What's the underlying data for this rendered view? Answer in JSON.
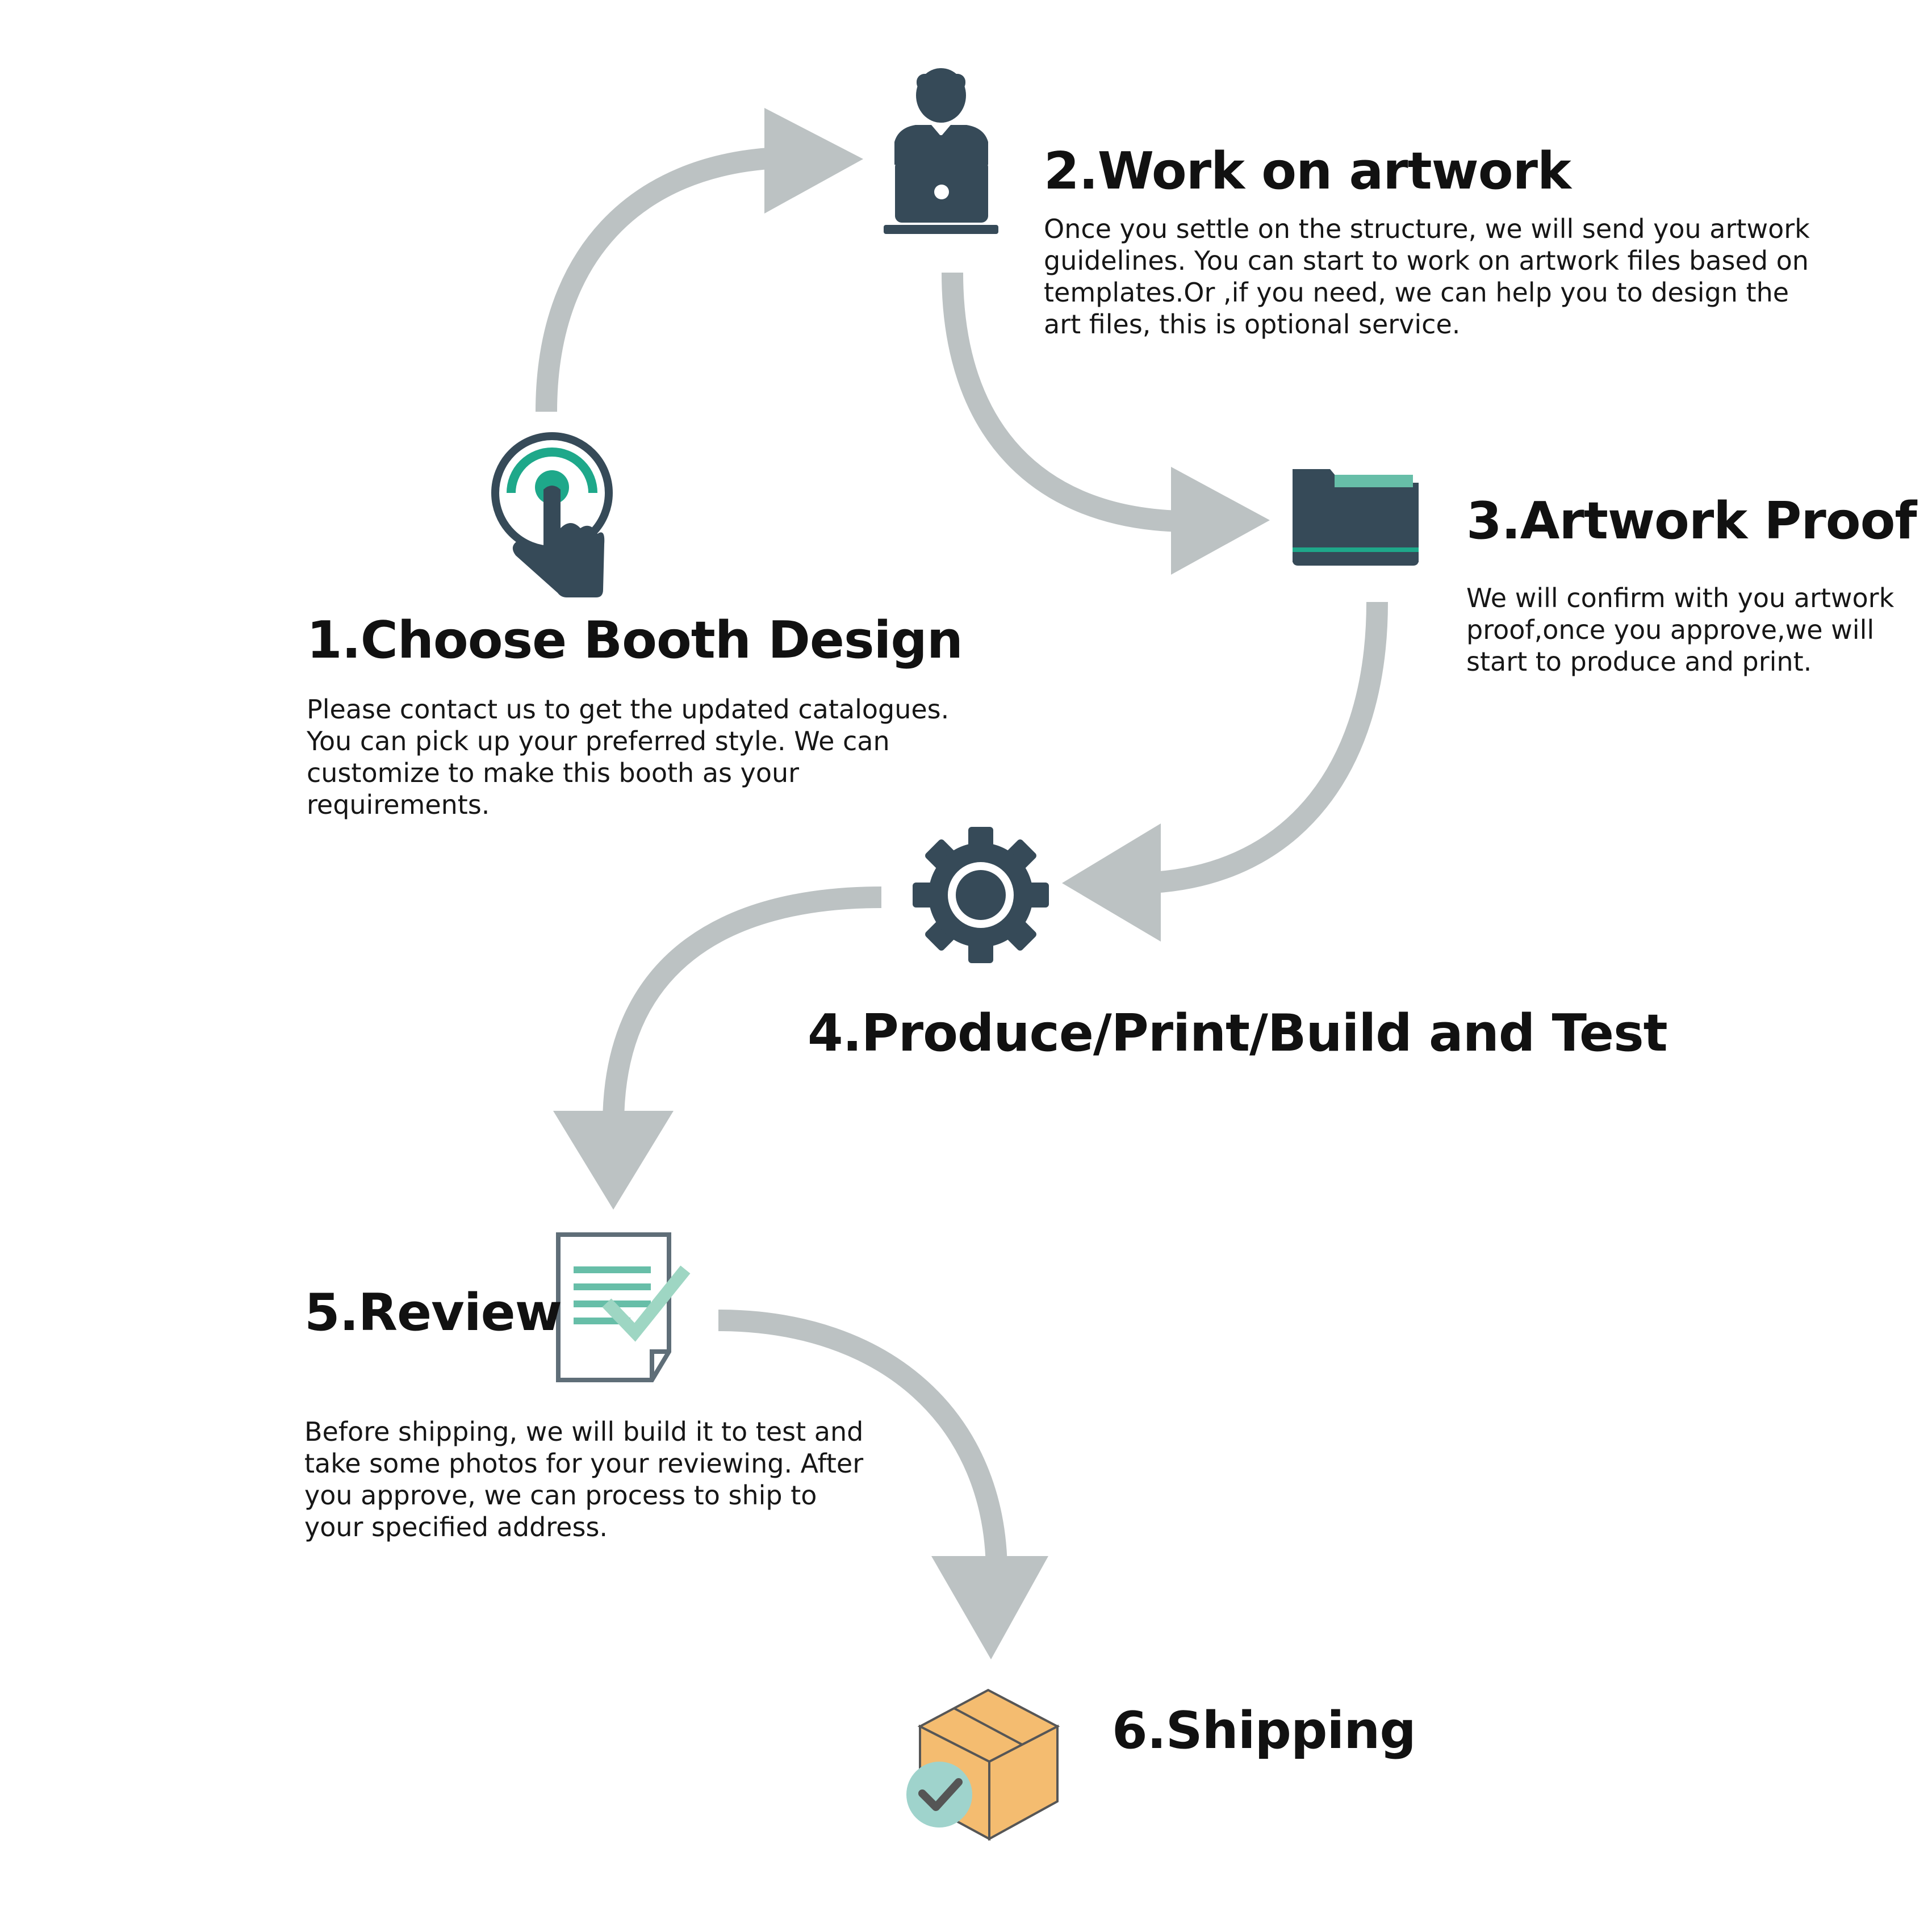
{
  "colors": {
    "arrow": "#bcc2c3",
    "icon_dark": "#364a58",
    "accent_teal": "#1ea88a",
    "accent_mint": "#67bea8",
    "box_orange": "#f4bc70",
    "badge_bg": "#9fd3cc"
  },
  "steps": [
    {
      "id": "choose-booth-design",
      "title": "1.Choose Booth Design",
      "description": "Please contact us to get the updated catalogues.\nYou can pick up your preferred style. We can\ncustomize to make this booth as your\nrequirements.",
      "icon": "touch-hand-icon"
    },
    {
      "id": "work-on-artwork",
      "title": "2.Work on artwork",
      "description": "Once you settle on the structure, we will send you artwork\nguidelines. You can start to work on artwork files based on\ntemplates.Or ,if you need, we can help you to design the\nart files, this is optional service.",
      "icon": "person-laptop-icon"
    },
    {
      "id": "artwork-proof",
      "title": "3.Artwork Proof",
      "description": "We will confirm with you artwork\nproof,once you approve,we will\nstart to produce and print.",
      "icon": "folder-icon"
    },
    {
      "id": "produce-print-build-test",
      "title": "4.Produce/Print/Build and Test",
      "description": "",
      "icon": "gear-icon"
    },
    {
      "id": "review",
      "title": "5.Review",
      "description": "Before shipping, we will build it to test and\ntake some photos for your reviewing. After\nyou approve, we can process to ship to\nyour specified address.",
      "icon": "document-check-icon"
    },
    {
      "id": "shipping",
      "title": "6.Shipping",
      "description": "",
      "icon": "package-check-icon"
    }
  ],
  "connectors": [
    {
      "from": "choose-booth-design",
      "to": "work-on-artwork"
    },
    {
      "from": "work-on-artwork",
      "to": "artwork-proof"
    },
    {
      "from": "artwork-proof",
      "to": "produce-print-build-test"
    },
    {
      "from": "produce-print-build-test",
      "to": "review"
    },
    {
      "from": "review",
      "to": "shipping"
    }
  ]
}
